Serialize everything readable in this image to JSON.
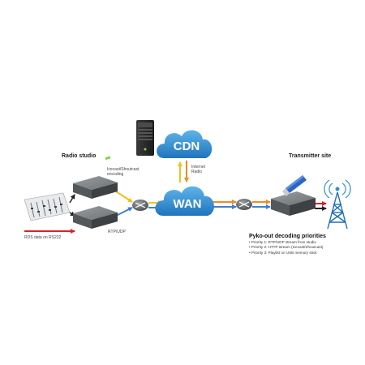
{
  "sections": {
    "radio_studio": "Radio studio",
    "transmitter_site": "Transmitter site"
  },
  "labels": {
    "icecast_encoding": [
      "Icecast/Shoutcast",
      "encoding"
    ],
    "rtp_udp": "RTP/UDP",
    "rds_data": "RDS data on RS232",
    "internet_radio": [
      "Internet",
      "Radio"
    ]
  },
  "clouds": {
    "cdn": "CDN",
    "wan": "WAN"
  },
  "priorities": {
    "title": "Pyko-out decoding priorities",
    "items": [
      "• Priority 1: RTP/UDP stream from studio",
      "• Priority 2: HTTP stream (Icecast/Shoutcast)",
      "• Priority 3: Playlist on USB memory stick"
    ]
  },
  "colors": {
    "cloud_blue": "#2f8fd0",
    "arrow_yellow": "#f2c01e",
    "arrow_orange": "#f08a24",
    "arrow_blue": "#3f7fcf",
    "arrow_red": "#d2242a",
    "device_gray": "#6a6d70",
    "usb_blue": "#2a66c4"
  }
}
